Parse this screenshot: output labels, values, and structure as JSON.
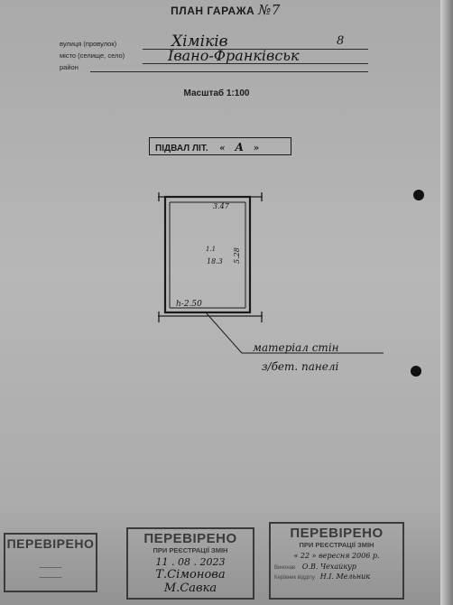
{
  "header": {
    "title": "ПЛАН ГАРАЖА",
    "garage_number": "№7"
  },
  "address": {
    "street_label": "вулиця (провулок)",
    "street_value": "Хіміків",
    "house_number": "8",
    "city_label": "місто (селище, село)",
    "city_value": "Івано-Франківськ",
    "district_label": "район"
  },
  "scale": "Масштаб 1:100",
  "basement": {
    "label": "ПІДВАЛ ЛІТ.",
    "letter": "А"
  },
  "plan": {
    "top_dim": "3.47",
    "room_code": "1.1",
    "room_area": "18.3",
    "side_dim": "5.28",
    "height": "h-2.50",
    "material_line1": "матеріал стін",
    "material_line2": "з/бет. панелі"
  },
  "stamps": {
    "left": {
      "title": "ПЕРЕВІРЕНО",
      "line1": "_____",
      "line2": "_____"
    },
    "center": {
      "title": "ПЕРЕВІРЕНО",
      "subtitle": "ПРИ РЕЄСТРАЦІЇ ЗМІН",
      "date": "11 . 08 . 2023",
      "name1": "Т.Сімонова",
      "name2": "М.Савка"
    },
    "right": {
      "title": "ПЕРЕВІРЕНО",
      "subtitle": "ПРИ РЕЄСТРАЦІЇ ЗМІН",
      "date_day": "22",
      "date_month": "вересня",
      "date_year": "2006 р.",
      "executor_label": "Виконав",
      "executor": "О.В. Чехайкур",
      "head_label": "Керівник відділу",
      "head": "Н.І. Мельник"
    }
  }
}
